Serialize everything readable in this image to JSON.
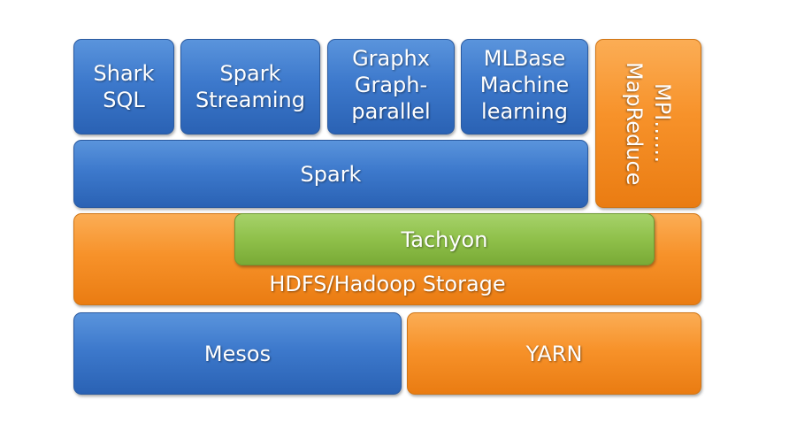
{
  "blocks": {
    "shark_sql": [
      "Shark",
      "SQL"
    ],
    "spark_streaming": [
      "Spark",
      "Streaming"
    ],
    "graphx": [
      "Graphx",
      "Graph-",
      "parallel"
    ],
    "mlbase": [
      "MLBase",
      "Machine",
      "learning"
    ],
    "mpi_mapreduce": [
      "MPI……",
      "MapReduce"
    ],
    "spark": "Spark",
    "hdfs": "HDFS/Hadoop Storage",
    "tachyon": "Tachyon",
    "mesos": "Mesos",
    "yarn": "YARN"
  },
  "colors": {
    "blue": "#3d79cc",
    "orange": "#f7922a",
    "green": "#8fc04a"
  }
}
